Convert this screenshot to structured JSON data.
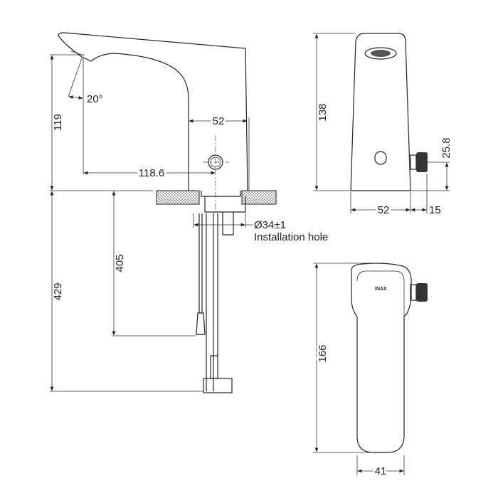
{
  "product_brand": "INAX",
  "dimensions": {
    "spout_angle": "20°",
    "spout_height": "119",
    "body_width_front": "52",
    "spout_reach": "118.6",
    "total_height_below": "429",
    "hose_length": "405",
    "hole_diameter": "Ø34±1",
    "hole_label": "Installation hole",
    "side_height": "138",
    "connector_height": "25.8",
    "side_width": "52",
    "connector_depth": "15",
    "top_length": "166",
    "top_width": "41"
  }
}
